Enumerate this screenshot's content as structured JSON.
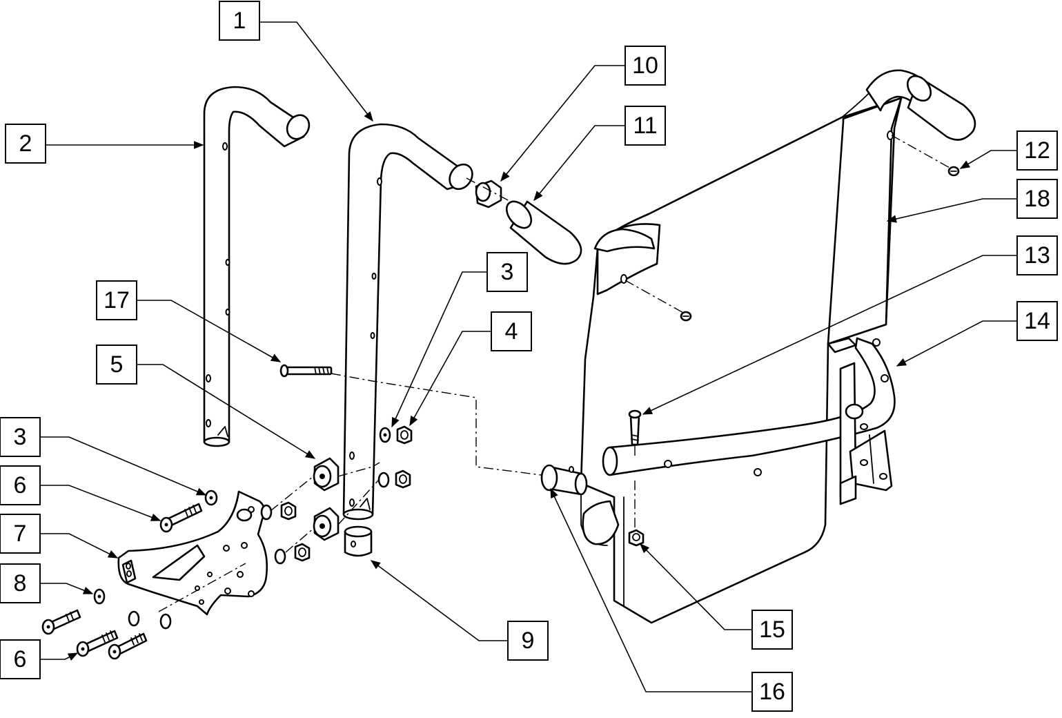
{
  "diagram": {
    "callouts": [
      {
        "id": "c1",
        "label": "1"
      },
      {
        "id": "c2",
        "label": "2"
      },
      {
        "id": "c3a",
        "label": "3"
      },
      {
        "id": "c3b",
        "label": "3"
      },
      {
        "id": "c4",
        "label": "4"
      },
      {
        "id": "c5",
        "label": "5"
      },
      {
        "id": "c6a",
        "label": "6"
      },
      {
        "id": "c6b",
        "label": "6"
      },
      {
        "id": "c7",
        "label": "7"
      },
      {
        "id": "c8",
        "label": "8"
      },
      {
        "id": "c9",
        "label": "9"
      },
      {
        "id": "c10",
        "label": "10"
      },
      {
        "id": "c11",
        "label": "11"
      },
      {
        "id": "c12",
        "label": "12"
      },
      {
        "id": "c13",
        "label": "13"
      },
      {
        "id": "c14",
        "label": "14"
      },
      {
        "id": "c15",
        "label": "15"
      },
      {
        "id": "c16",
        "label": "16"
      },
      {
        "id": "c17",
        "label": "17"
      },
      {
        "id": "c18",
        "label": "18"
      }
    ]
  }
}
